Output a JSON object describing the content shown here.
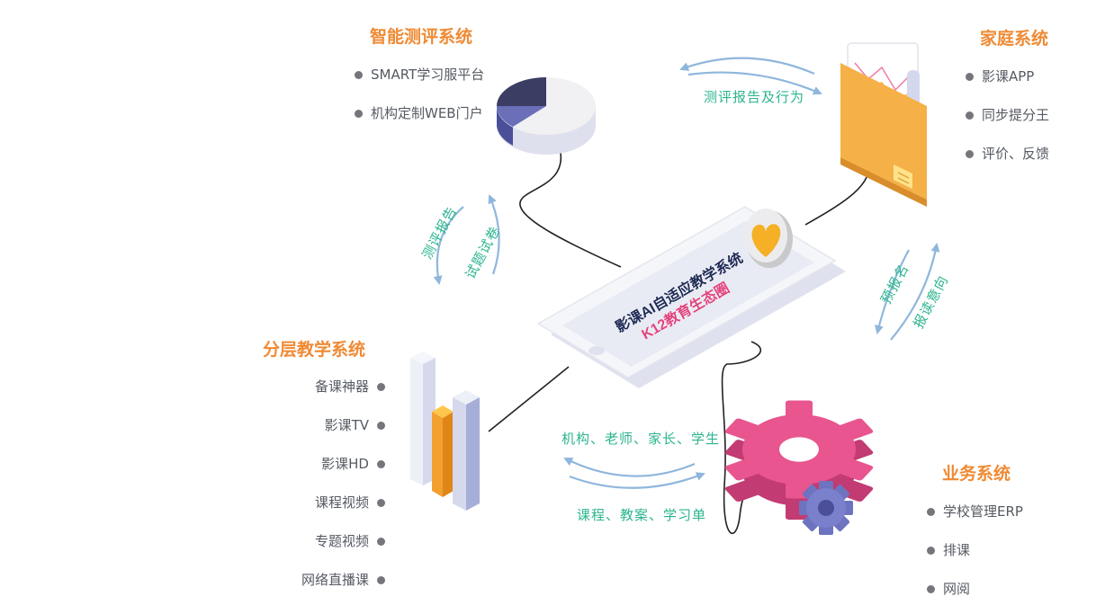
{
  "center": {
    "line1": "影课AI自适应教学系统",
    "line2": "K12教育生态圈"
  },
  "systems": {
    "assessment": {
      "title": "智能测评系统",
      "items": [
        "SMART学习服平台",
        "机构定制WEB门户"
      ]
    },
    "family": {
      "title": "家庭系统",
      "items": [
        "影课APP",
        "同步提分王",
        "评价、反馈"
      ]
    },
    "layered": {
      "title": "分层教学系统",
      "items": [
        "备课神器",
        "影课TV",
        "影课HD",
        "课程视频",
        "专题视频",
        "网络直播课"
      ]
    },
    "business": {
      "title": "业务系统",
      "items": [
        "学校管理ERP",
        "排课",
        "网阅"
      ]
    }
  },
  "flows": {
    "top": "测评报告及行为",
    "left_a": "测评报告",
    "left_b": "试题试卷",
    "right_a": "预报名",
    "right_b": "报读意向",
    "bottom_a": "机构、老师、家长、学生",
    "bottom_b": "课程、教案、学习单"
  },
  "colors": {
    "title": "#ef8a34",
    "flow_text": "#2cb48f",
    "arrow": "#8fb6dc",
    "pink_gear": "#e8558f",
    "purple_gear": "#6e73c0",
    "folder": "#f5b048",
    "bar_orange": "#f2a02f",
    "pie_dark": "#3b3d63"
  }
}
